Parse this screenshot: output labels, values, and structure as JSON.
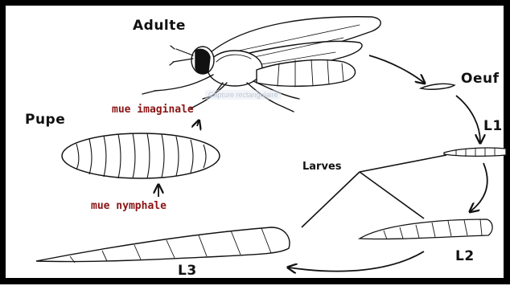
{
  "labels": {
    "adult": "Adulte",
    "egg": "Oeuf",
    "l1": "L1",
    "larvae": "Larves",
    "l2": "L2",
    "l3": "L3",
    "pupa": "Pupe",
    "molt_nymphal": "mue nymphale",
    "molt_imaginal": "mue imaginale"
  },
  "watermark": "Capture rectangulaire",
  "colors": {
    "line": "#111111",
    "molt_text": "#8b1414",
    "frame": "#000000"
  }
}
